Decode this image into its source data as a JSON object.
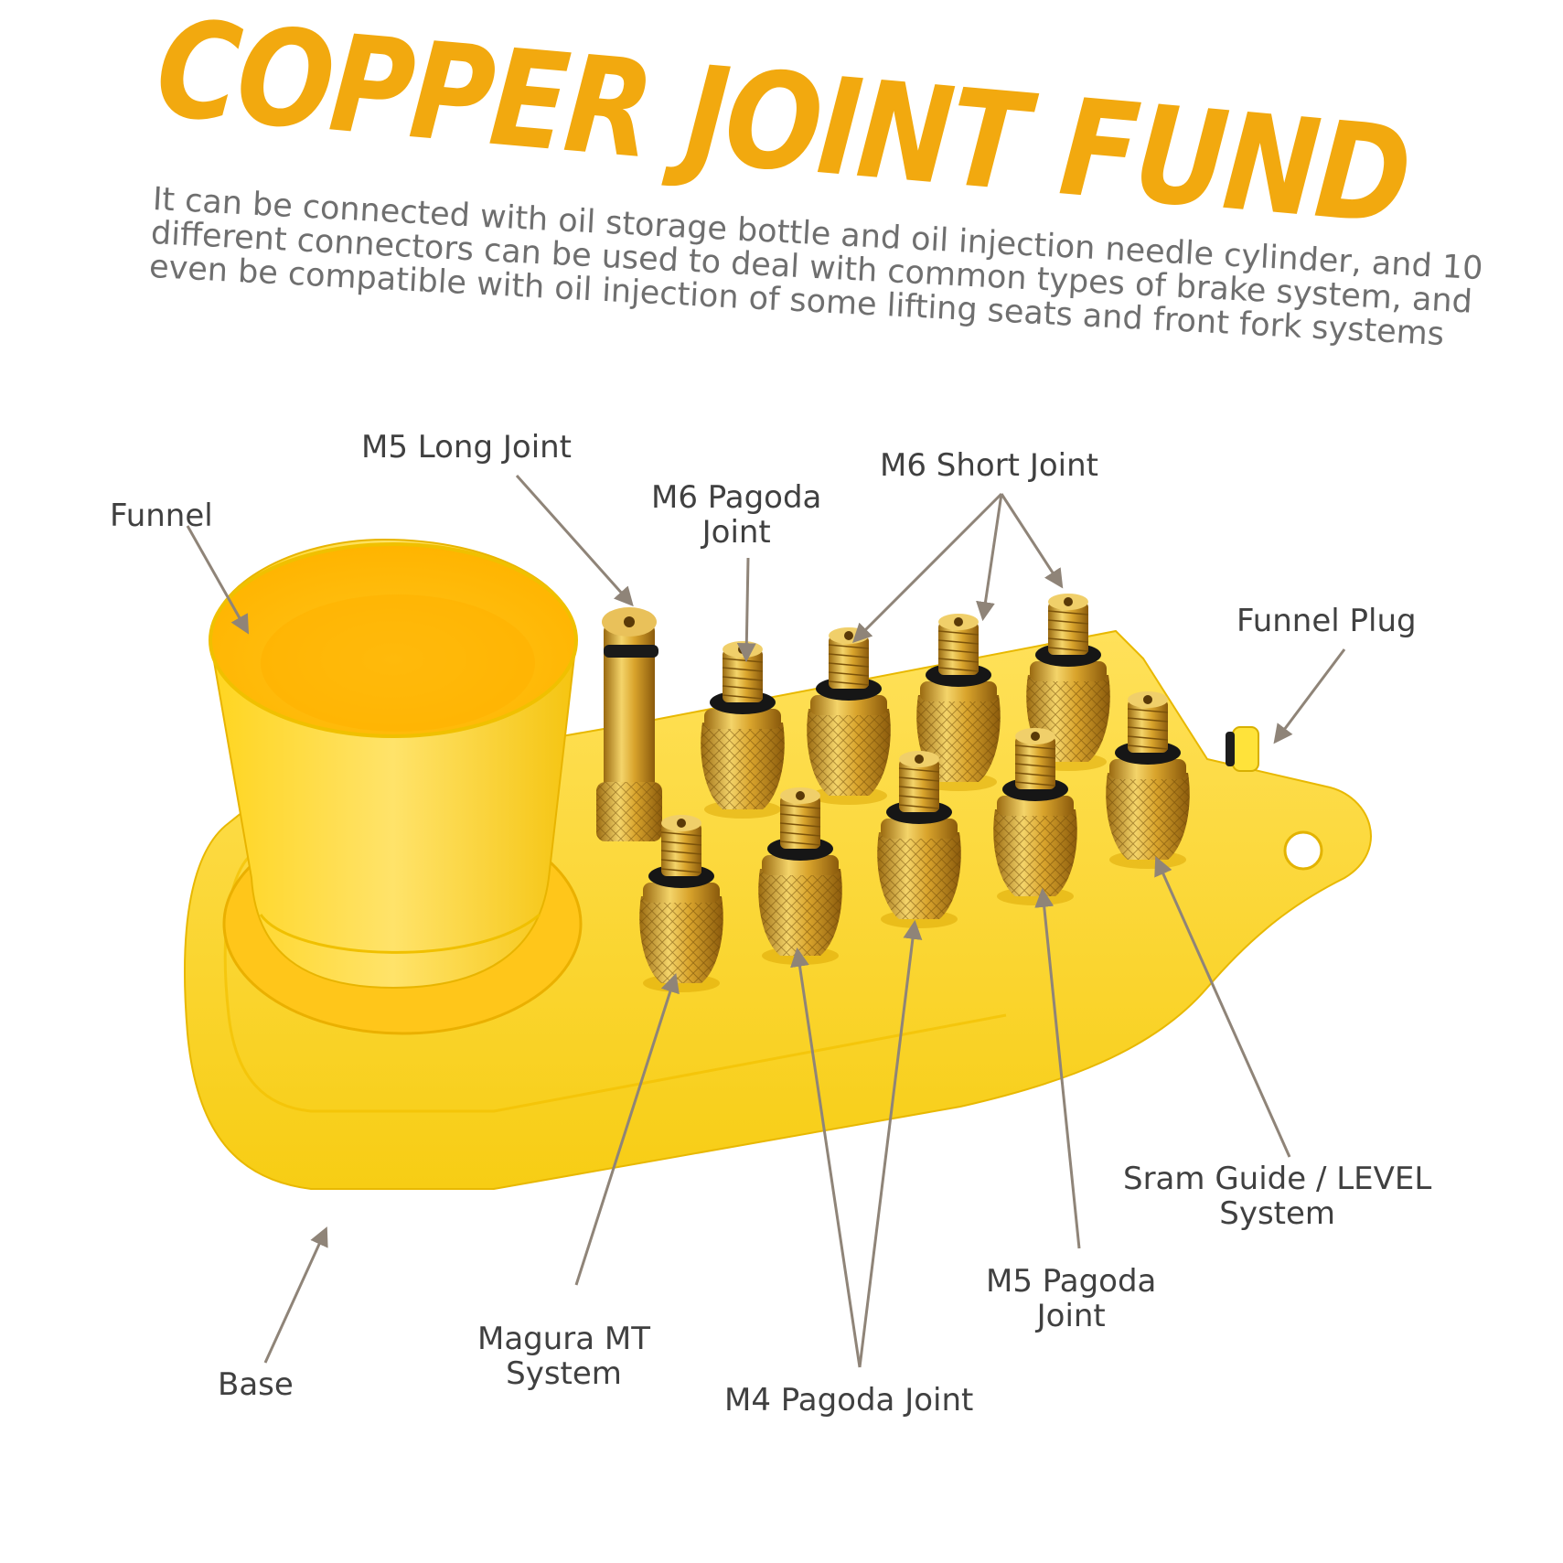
{
  "header": {
    "title": "COPPER JOINT FUND",
    "description_lines": [
      "It can be connected with oil storage bottle and oil injection needle cylinder, and 10",
      "different connectors can be used to deal with common types of brake system, and",
      "even be compatible with oil injection of some lifting seats and front fork systems"
    ]
  },
  "labels": {
    "funnel": "Funnel",
    "m5_long_joint": "M5 Long Joint",
    "m6_pagoda_joint": [
      "M6 Pagoda",
      "Joint"
    ],
    "m6_short_joint": "M6 Short Joint",
    "funnel_plug": "Funnel Plug",
    "sram_guide_level": [
      "Sram Guide / LEVEL",
      "System"
    ],
    "m5_pagoda_joint": [
      "M5 Pagoda",
      "Joint"
    ],
    "m4_pagoda_joint": "M4 Pagoda Joint",
    "magura_mt": [
      "Magura MT",
      "System"
    ],
    "base": "Base"
  },
  "colors": {
    "title": "#f2a90f",
    "product_yellow": "#fdd21e",
    "brass": "#d6a12a",
    "arrow": "#8f8478",
    "label_text": "#404040"
  }
}
